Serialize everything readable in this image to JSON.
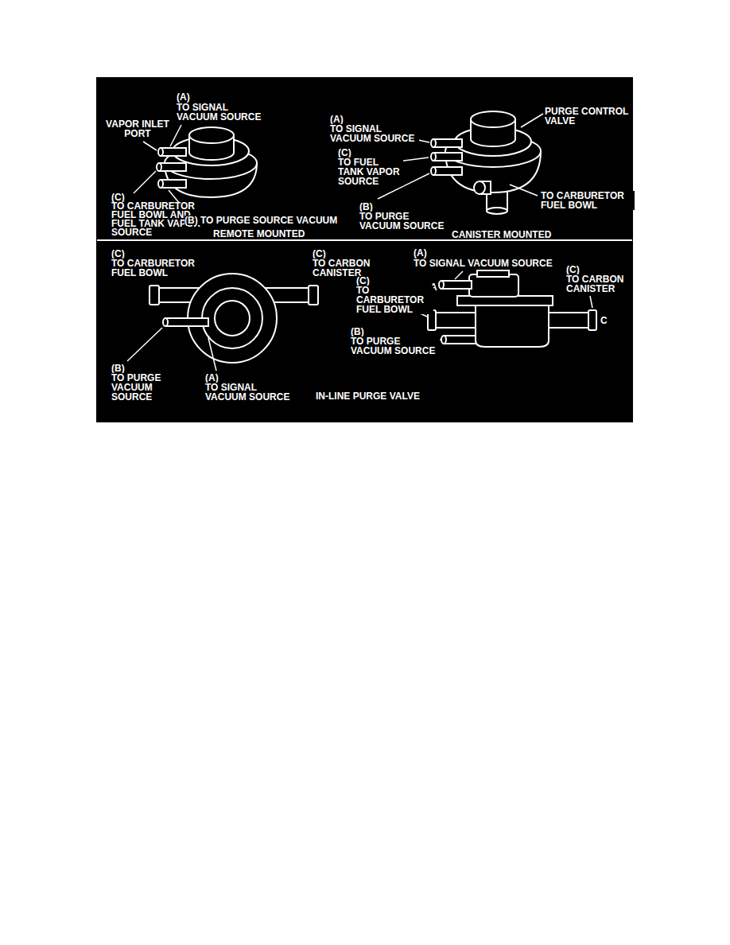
{
  "diagram": {
    "labels": [
      "(A)",
      "TO SIGNAL VACUUM SOURCE",
      "VAPOR INLET PORT",
      "(C)",
      "TO CARBURETOR FUEL BOWL AND FUEL TANK VAPOR SOURCE",
      "(B) TO PURGE SOURCE VACUUM",
      "REMOTE MOUNTED",
      "PURGE CONTROL VALVE",
      "(A)",
      "TO SIGNAL VACUUM SOURCE",
      "(C)",
      "TO FUEL TANK VAPOR SOURCE",
      "(B)",
      "TO PURGE VACUUM SOURCE",
      "TO CARBURETOR FUEL BOWL",
      "CANISTER MOUNTED",
      "(C)",
      "TO CARBURETOR FUEL BOWL",
      "(C)",
      "TO CARBON CANISTER",
      "(B)",
      "TO PURGE VACUUM SOURCE",
      "(A)",
      "TO SIGNAL VACUUM SOURCE",
      "IN-LINE PURGE VALVE",
      "(A)",
      "TO SIGNAL VACUUM SOURCE",
      "A",
      "(C)",
      "TO CARBON CANISTER",
      "(C)",
      "TO CARBURETOR FUEL BOWL",
      "C",
      "(B)",
      "TO PURGE VACUUM SOURCE"
    ]
  }
}
